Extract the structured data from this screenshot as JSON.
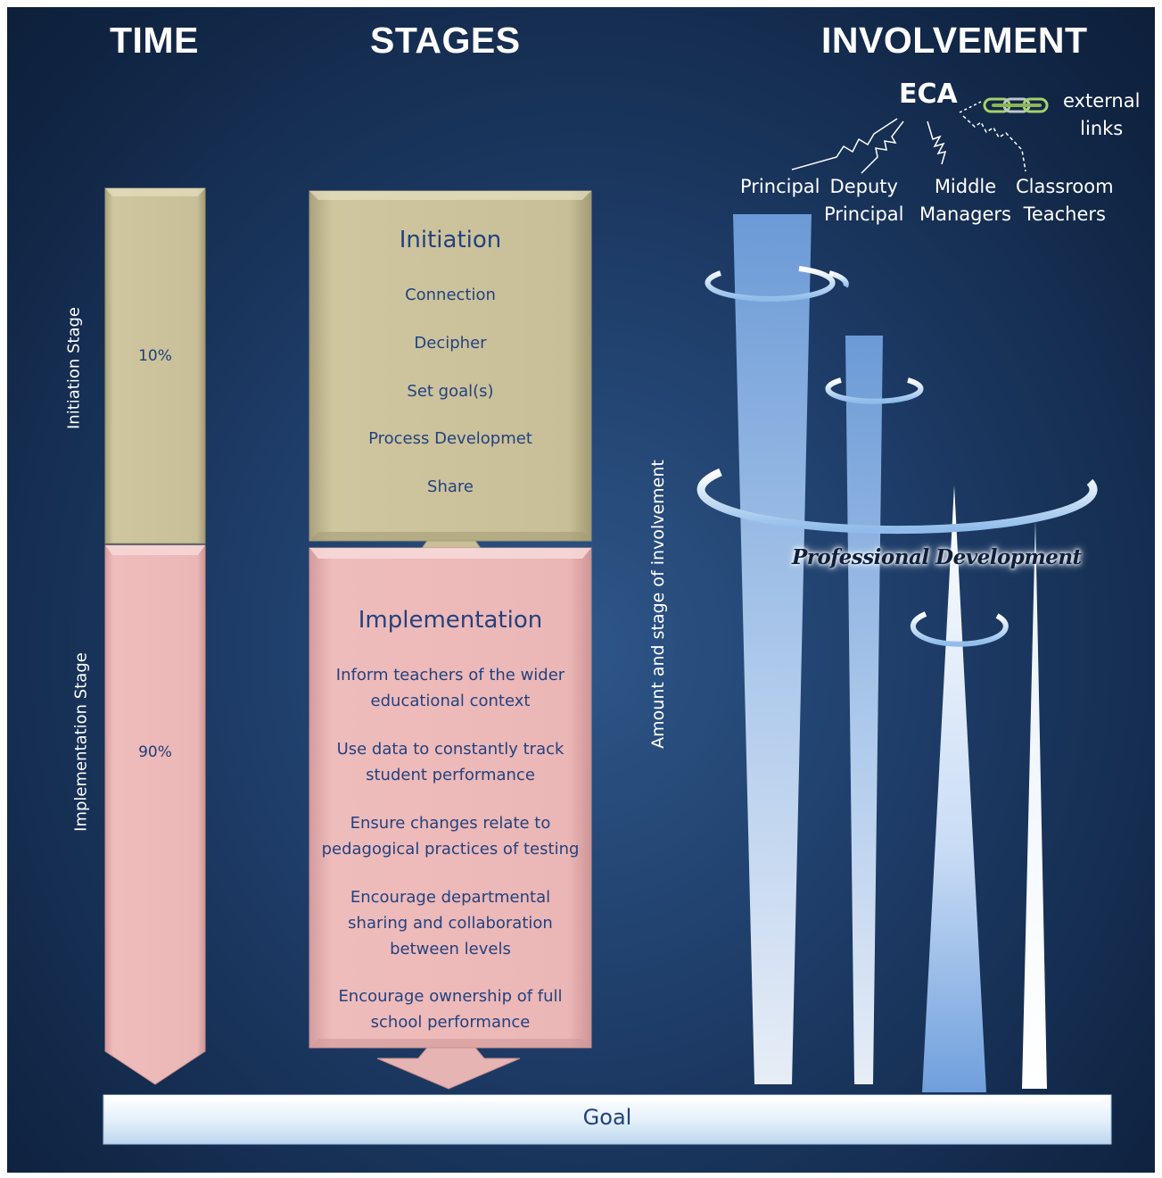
{
  "headers": {
    "time": "TIME",
    "stages": "STAGES",
    "involvement": "INVOLVEMENT"
  },
  "time_column": {
    "initiation_label": "Initiation Stage",
    "initiation_percent": "10%",
    "implementation_label": "Implementation Stage",
    "implementation_percent": "90%"
  },
  "stages": {
    "initiation": {
      "title": "Initiation",
      "items": [
        "Connection",
        "Decipher",
        "Set goal(s)",
        "Process Developmet",
        "Share"
      ]
    },
    "implementation": {
      "title": "Implementation",
      "items": [
        [
          "Inform teachers of the wider",
          "educational context"
        ],
        [
          "Use data to constantly track",
          "student performance"
        ],
        [
          "Ensure changes relate to",
          "pedagogical practices of testing"
        ],
        [
          "Encourage departmental",
          "sharing and collaboration",
          "between levels"
        ],
        [
          "Encourage ownership of full",
          "school performance"
        ]
      ]
    }
  },
  "involvement": {
    "eca": "ECA",
    "external_links": [
      "external",
      "links"
    ],
    "roles": {
      "principal": [
        "Principal"
      ],
      "deputy": [
        "Deputy",
        "Principal"
      ],
      "middle": [
        "Middle",
        "Managers"
      ],
      "classroom": [
        "Classroom",
        "Teachers"
      ]
    },
    "axis_label": "Amount and stage of involvement",
    "professional_development": "Professional Development"
  },
  "goal": "Goal",
  "colors": {
    "initiation": "#c6bd96",
    "implementation": "#e8b2b2",
    "text_blue": "#23427e",
    "beam": "#7fb0ea",
    "background": "#1d3b66"
  }
}
